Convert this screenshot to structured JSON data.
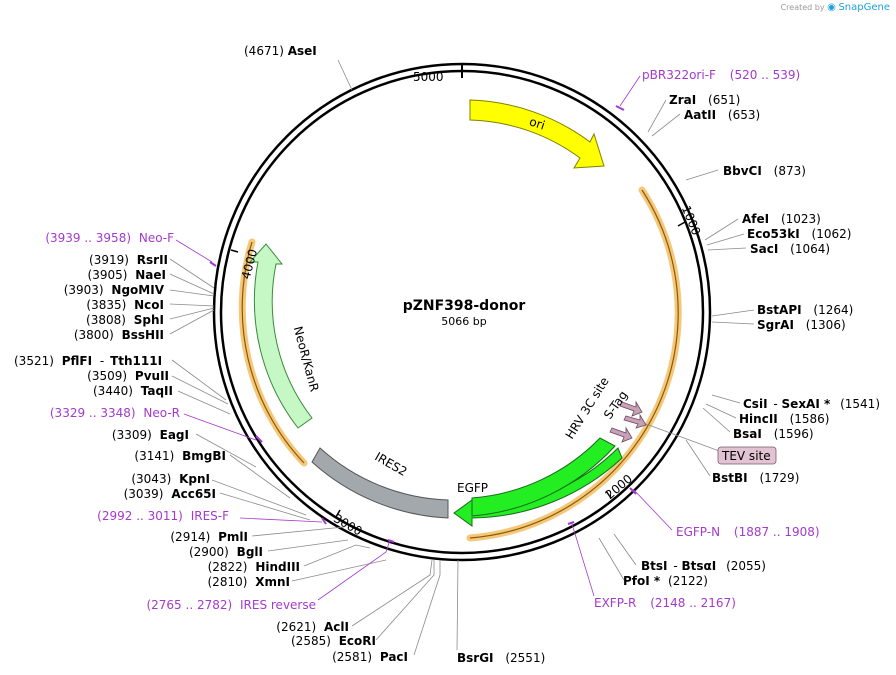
{
  "credit": {
    "prefix": "Created by",
    "brand": "SnapGene"
  },
  "plasmid": {
    "name": "pZNF398-donor",
    "size_label": "5066 bp",
    "length": 5066
  },
  "ticks": [
    {
      "pos": 0,
      "label": "5000"
    },
    {
      "pos": 1000,
      "label": "1000"
    },
    {
      "pos": 2000,
      "label": "2000"
    },
    {
      "pos": 3000,
      "label": "3000"
    },
    {
      "pos": 4000,
      "label": "4000"
    }
  ],
  "features": [
    {
      "name": "ori",
      "color": "#ffff00",
      "text_color": "#000000"
    },
    {
      "name": "EGFP",
      "color": "#22ee22",
      "text_color": "#000000"
    },
    {
      "name": "IRES2",
      "color": "#a3a8ad",
      "text_color": "#000000"
    },
    {
      "name": "NeoR/KanR",
      "color": "#c6f8c6",
      "text_color": "#000000"
    },
    {
      "name": "HRV 3C site",
      "color": "#c8a0b8",
      "text_color": "#000000"
    },
    {
      "name": "S-Tag",
      "color": "#c8a0b8",
      "text_color": "#000000"
    },
    {
      "name": "TEV site",
      "color": "#e2c3d4",
      "text_color": "#000000"
    }
  ],
  "enzymes": [
    {
      "name": "AseI",
      "pos": "(4671)"
    },
    {
      "name": "ZraI",
      "pos": "(651)"
    },
    {
      "name": "AatII",
      "pos": "(653)"
    },
    {
      "name": "BbvCI",
      "pos": "(873)"
    },
    {
      "name": "AfeI",
      "pos": "(1023)"
    },
    {
      "name": "Eco53kI",
      "pos": "(1062)"
    },
    {
      "name": "SacI",
      "pos": "(1064)"
    },
    {
      "name": "BstAPI",
      "pos": "(1264)"
    },
    {
      "name": "SgrAI",
      "pos": "(1306)"
    },
    {
      "name": "CsiI",
      "pos": ""
    },
    {
      "name": "SexAI *",
      "pos": "(1541)"
    },
    {
      "name": "HincII",
      "pos": "(1586)"
    },
    {
      "name": "BsaI",
      "pos": "(1596)"
    },
    {
      "name": "BstBI",
      "pos": "(1729)"
    },
    {
      "name": "BtsI",
      "pos": ""
    },
    {
      "name": "BtsαI",
      "pos": "(2055)"
    },
    {
      "name": "PfoI *",
      "pos": "(2122)"
    },
    {
      "name": "BsrGI",
      "pos": "(2551)"
    },
    {
      "name": "PacI",
      "pos": "(2581)"
    },
    {
      "name": "EcoRI",
      "pos": "(2585)"
    },
    {
      "name": "AclI",
      "pos": "(2621)"
    },
    {
      "name": "XmnI",
      "pos": "(2810)"
    },
    {
      "name": "HindIII",
      "pos": "(2822)"
    },
    {
      "name": "BglI",
      "pos": "(2900)"
    },
    {
      "name": "PmlI",
      "pos": "(2914)"
    },
    {
      "name": "Acc65I",
      "pos": "(3039)"
    },
    {
      "name": "KpnI",
      "pos": "(3043)"
    },
    {
      "name": "BmgBI",
      "pos": "(3141)"
    },
    {
      "name": "EagI",
      "pos": "(3309)"
    },
    {
      "name": "TaqII",
      "pos": "(3440)"
    },
    {
      "name": "PvuII",
      "pos": "(3509)"
    },
    {
      "name": "PflFI",
      "pos": "(3521)"
    },
    {
      "name": "Tth111I",
      "pos": ""
    },
    {
      "name": "BssHII",
      "pos": "(3800)"
    },
    {
      "name": "SphI",
      "pos": "(3808)"
    },
    {
      "name": "NcoI",
      "pos": "(3835)"
    },
    {
      "name": "NgoMIV",
      "pos": "(3903)"
    },
    {
      "name": "NaeI",
      "pos": "(3905)"
    },
    {
      "name": "RsrII",
      "pos": "(3919)"
    }
  ],
  "enzyme_separator": "-",
  "primers": [
    {
      "name": "pBR322ori-F",
      "range": "(520 .. 539)"
    },
    {
      "name": "EGFP-N",
      "range": "(1887 .. 1908)"
    },
    {
      "name": "EXFP-R",
      "range": "(2148 .. 2167)"
    },
    {
      "name": "IRES reverse",
      "range": "(2765 .. 2782)"
    },
    {
      "name": "IRES-F",
      "range": "(2992 .. 3011)"
    },
    {
      "name": "Neo-R",
      "range": "(3329 .. 3348)"
    },
    {
      "name": "Neo-F",
      "range": "(3939 .. 3958)"
    }
  ],
  "colors": {
    "primer": "#a43acc",
    "orf_band": "#f5c77a",
    "leader": "#8a8a8a"
  }
}
